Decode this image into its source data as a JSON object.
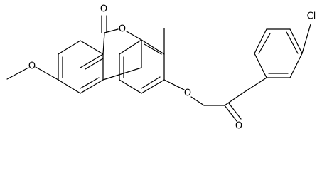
{
  "molecule": {
    "atoms": {
      "carbonyl_oxygen": "O",
      "ring_oxygen": "O",
      "ether_oxygen": "O",
      "methoxy_oxygen": "O",
      "ketone_oxygen": "O",
      "chlorine": "Cl"
    },
    "colors": {
      "bond": "#000000",
      "label": "#000000",
      "background": "#ffffff"
    }
  }
}
